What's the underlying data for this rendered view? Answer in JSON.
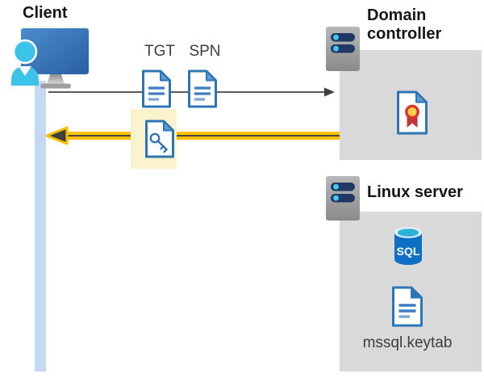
{
  "client": {
    "label": "Client",
    "icon": "user-at-monitor-icon"
  },
  "tickets": {
    "tgt_label": "TGT",
    "spn_label": "SPN",
    "tgt_icon": "document-icon",
    "spn_icon": "document-icon",
    "service_ticket_icon": "key-document-icon"
  },
  "domain_controller": {
    "label": "Domain controller",
    "server_icon": "server-icon",
    "certificate_icon": "certificate-icon"
  },
  "linux_server": {
    "label": "Linux server",
    "server_icon": "server-icon",
    "database_icon": "sql-database-icon",
    "database_badge": "SQL",
    "keytab_icon": "document-icon",
    "keytab_label": "mssql.keytab"
  },
  "arrows": {
    "request": {
      "direction": "right",
      "color": "#595959"
    },
    "response": {
      "direction": "left",
      "color": "#ffc000",
      "highlighted": true
    }
  },
  "colors": {
    "box_gray": "#d9d9d9",
    "highlight_yellow": "#fbf2ce",
    "accent_yellow": "#ffc000",
    "doc_blue": "#2e75b6",
    "person_cyan": "#3ec3e8",
    "lifeline_blue": "#c4d9f4",
    "server_slot_navy": "#1f3864",
    "sql_blue": "#0e6fc5"
  }
}
